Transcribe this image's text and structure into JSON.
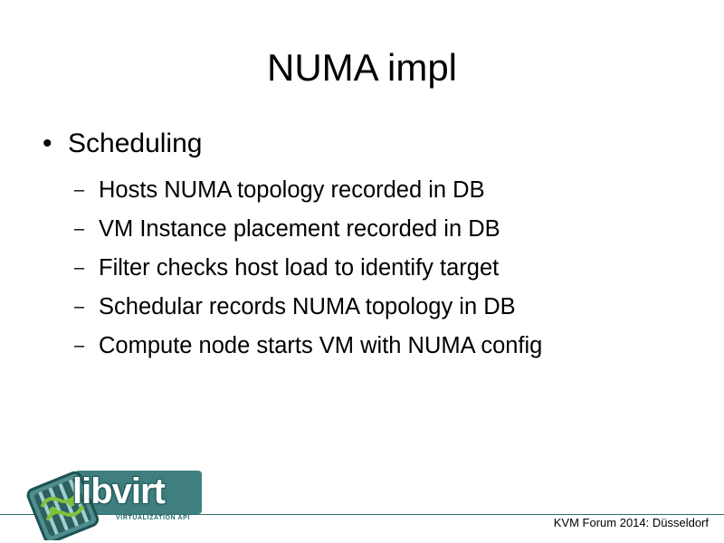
{
  "slide": {
    "title": "NUMA impl",
    "bullet": "Scheduling",
    "sub_items": [
      "Hosts NUMA topology recorded in DB",
      "VM Instance placement recorded in DB",
      "Filter checks host load to identify target",
      "Schedular records NUMA topology in DB",
      "Compute node starts VM with NUMA config"
    ]
  },
  "footer": {
    "text": "KVM Forum 2014: Düsseldorf"
  },
  "logo": {
    "word": "libvirt",
    "tagline": "VIRTUALIZATION API",
    "icon": "libvirt-logo-icon"
  },
  "colors": {
    "accent": "#2f6e6e",
    "logo_box": "#3f7f7f",
    "logo_green": "#7fc23a"
  }
}
